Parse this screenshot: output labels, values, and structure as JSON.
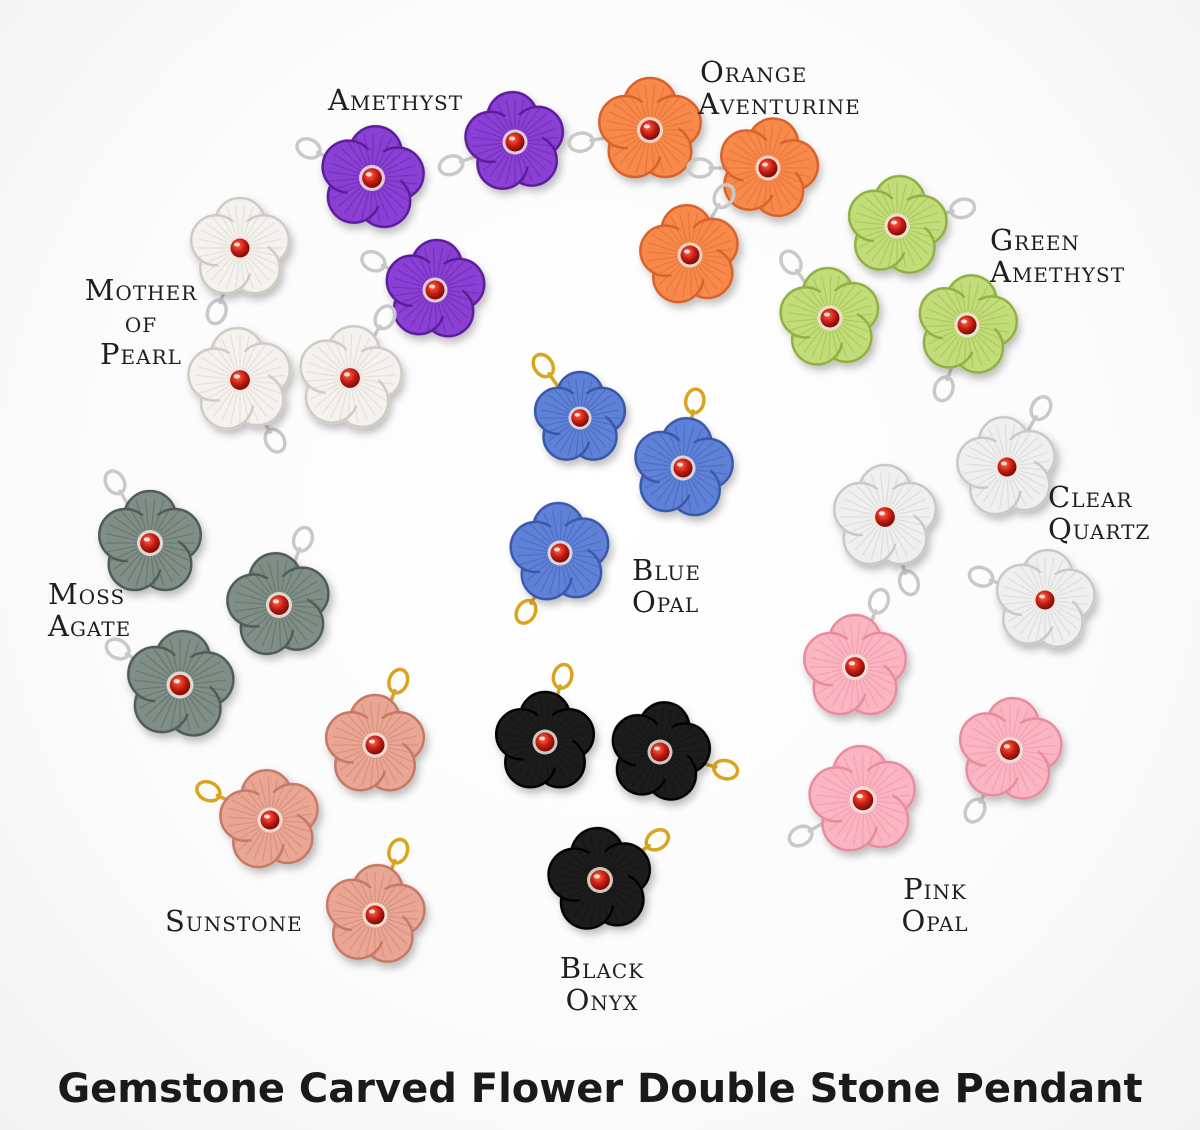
{
  "title": "Gemstone Carved Flower Double Stone Pendant",
  "groups": [
    {
      "id": "amethyst",
      "lines": [
        "Amethyst"
      ],
      "petal": "#8a3fd4",
      "edge": "#5b1f9a",
      "hook": "#c9c9c9"
    },
    {
      "id": "orange-aventurine",
      "lines": [
        "Orange",
        "Aventurine"
      ],
      "petal": "#f7894b",
      "edge": "#d8622a",
      "hook": "#c9c9c9"
    },
    {
      "id": "green-amethyst",
      "lines": [
        "Green",
        "Amethyst"
      ],
      "petal": "#c3dc7a",
      "edge": "#8fb040",
      "hook": "#c9c9c9"
    },
    {
      "id": "mother-of-pearl",
      "lines": [
        "Mother",
        "of",
        "Pearl"
      ],
      "petal": "#f4f2ee",
      "edge": "#cfcac2",
      "hook": "#c9c9c9"
    },
    {
      "id": "blue-opal",
      "lines": [
        "Blue",
        "Opal"
      ],
      "petal": "#5f82d8",
      "edge": "#3a58a8",
      "hook": "#d9a520"
    },
    {
      "id": "clear-quartz",
      "lines": [
        "Clear",
        "Quartz"
      ],
      "petal": "#efefef",
      "edge": "#c8c8c8",
      "hook": "#c9c9c9"
    },
    {
      "id": "moss-agate",
      "lines": [
        "Moss",
        "Agate"
      ],
      "petal": "#7f8e86",
      "edge": "#4f5c56",
      "hook": "#c9c9c9"
    },
    {
      "id": "pink-opal",
      "lines": [
        "Pink",
        "Opal"
      ],
      "petal": "#fab4c2",
      "edge": "#e88b9f",
      "hook": "#c9c9c9"
    },
    {
      "id": "sunstone",
      "lines": [
        "Sunstone"
      ],
      "petal": "#e9a694",
      "edge": "#c57864",
      "hook": "#d9a520"
    },
    {
      "id": "black-onyx",
      "lines": [
        "Black",
        "Onyx"
      ],
      "petal": "#1f1f1f",
      "edge": "#050505",
      "hook": "#d9a520"
    }
  ],
  "colors": {
    "center": "#c81e14",
    "center_ring": "#f1e4da",
    "highlight": "#ffffff"
  }
}
